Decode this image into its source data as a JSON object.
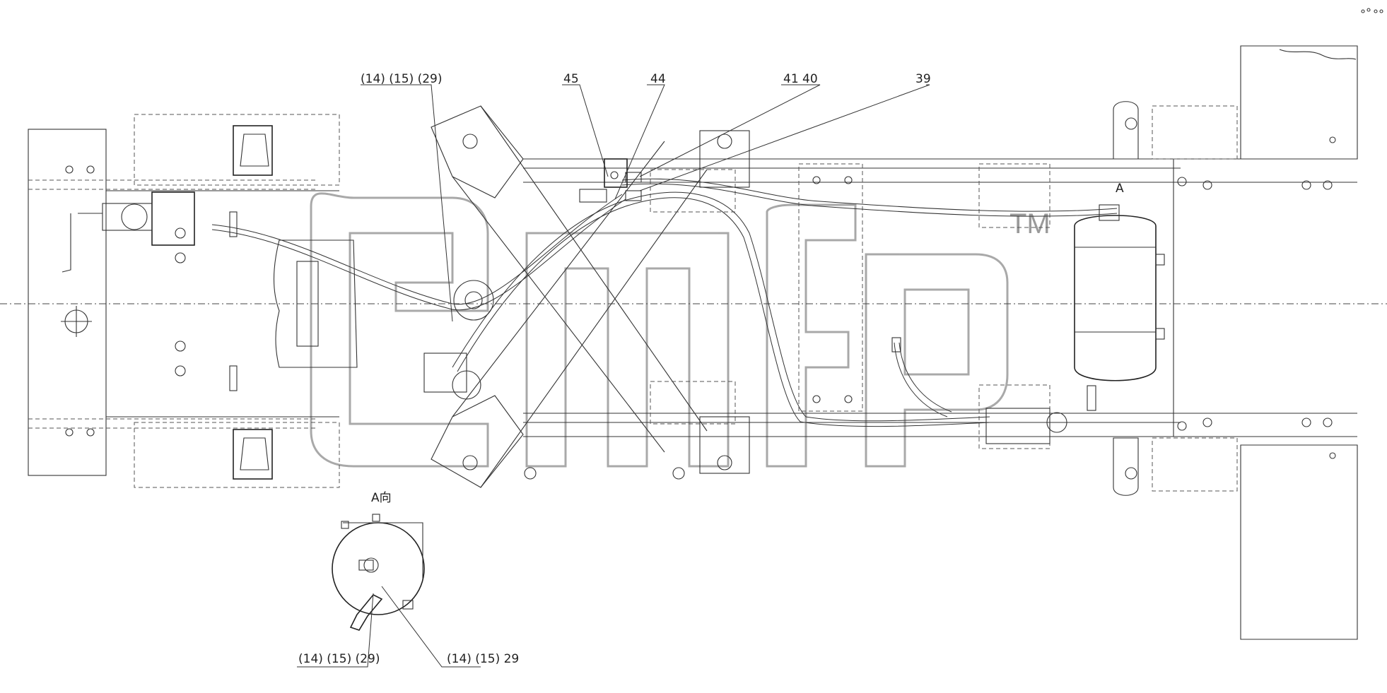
{
  "callouts": {
    "c_14_15_29_top": "(14) (15) (29)",
    "c_45": "45",
    "c_44": "44",
    "c_41_40": "41 40",
    "c_39": "39",
    "c_A_mark": "A",
    "c_view_A": "A向",
    "c_14_15_29_bl": "(14) (15) (29)",
    "c_14_15_29_br": "(14) (15) 29"
  },
  "watermark": {
    "tm": "TM"
  },
  "colors": {
    "line": "#333333",
    "watermark": "#9a9a9a",
    "background": "#ffffff"
  }
}
